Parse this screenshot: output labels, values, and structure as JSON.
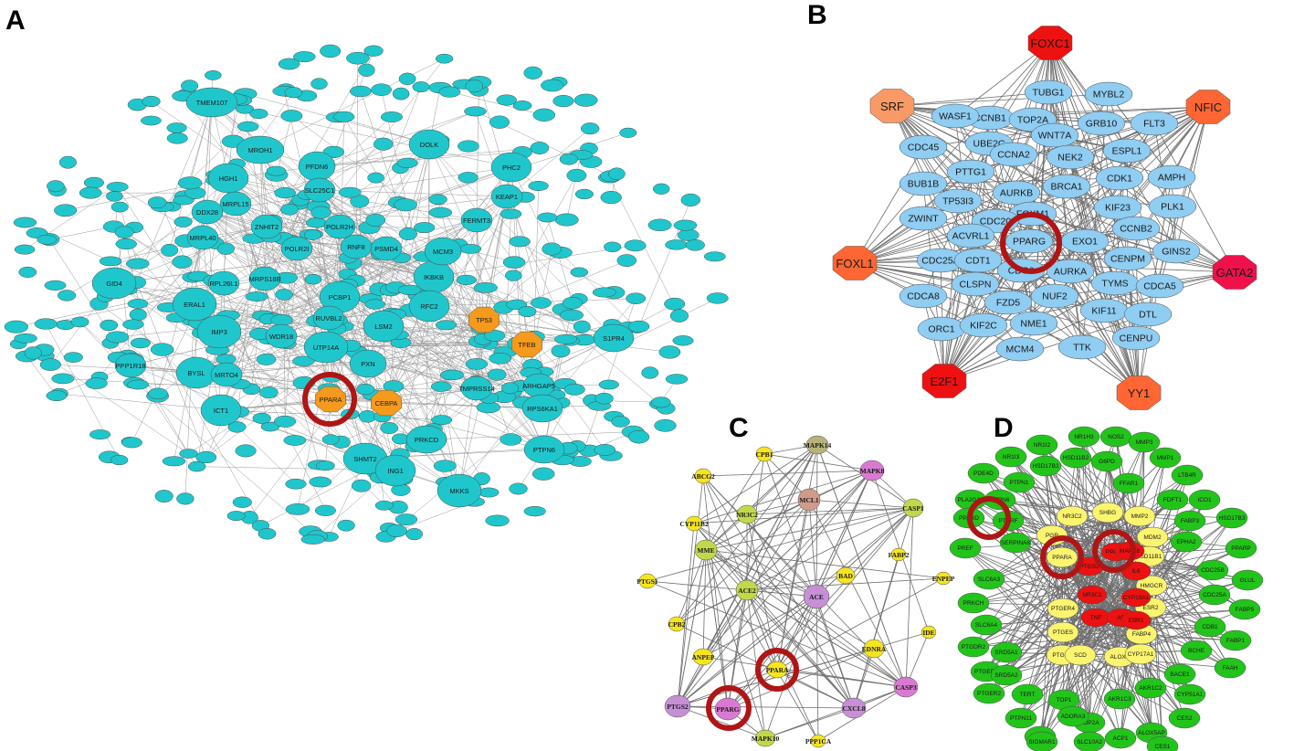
{
  "panels": {
    "A": {
      "letter": "A",
      "labeled_nodes": [
        "TMEM107",
        "MROH1",
        "DOLK",
        "HGH1",
        "PFDN6",
        "PHC2",
        "MRPL15",
        "SLC25C1",
        "DDX28",
        "ZNHIT2",
        "POLR2H",
        "KEAP1",
        "MRPL40",
        "POLR2I",
        "RNF8",
        "PSMD4",
        "FERMT3",
        "GID4",
        "RPL26L1",
        "MRPS18B",
        "IKBKB",
        "MCM3",
        "ERAL1",
        "PCBP1",
        "RFC2",
        "RUVBL2",
        "TP53",
        "IMP3",
        "WDR18",
        "LSM2",
        "TFEB",
        "S1PR4",
        "BYSL",
        "UTP14A",
        "PXN",
        "MRTO4",
        "TMPRSS14",
        "ARHGAP5",
        "PPP1R18",
        "PPARA",
        "CEBPA",
        "ICT1",
        "PRKCD",
        "RPS6KA1",
        "SHMT2",
        "ING1",
        "PTPN6",
        "MKKS"
      ],
      "orange_nodes": [
        "TP53",
        "TFEB",
        "PPARA",
        "CEBPA"
      ],
      "highlighted": "PPARA"
    },
    "B": {
      "letter": "B",
      "tf_nodes": [
        "FOXC1",
        "SRF",
        "NFIC",
        "FOXL1",
        "GATA2",
        "E2F1",
        "YY1"
      ],
      "gene_nodes": [
        "CCNB1",
        "TUBG1",
        "MYBL2",
        "WASF1",
        "TOP2A",
        "GRB10",
        "FLT3",
        "CDC45",
        "UBE2C",
        "WNT7A",
        "ESPL1",
        "CCNA2",
        "NEK2",
        "BUB1B",
        "PTTG1",
        "BRCA1",
        "CDK1",
        "AMPH",
        "AURKB",
        "KIF23",
        "PLK1",
        "TP53I3",
        "FOXM1",
        "CCNB2",
        "ZWINT",
        "CDC20",
        "ACVRL1",
        "PPARG",
        "EXO1",
        "CENPM",
        "GINS2",
        "CDC25A",
        "CDT1",
        "CDC6",
        "AURKA",
        "TYMS",
        "CLSPN",
        "CDCA5",
        "CDCA8",
        "FZD5",
        "NUF2",
        "ORC1",
        "KIF11",
        "DTL",
        "KIF2C",
        "NME1",
        "MCM4",
        "TTK",
        "CENPU"
      ],
      "highlighted": "PPARG"
    },
    "C": {
      "letter": "C",
      "nodes": [
        "CPB1",
        "MAPK14",
        "MAPK8",
        "ABCG2",
        "MCL1",
        "NR3C2",
        "CASP1",
        "CYP11B2",
        "MME",
        "FABP2",
        "BAD",
        "ENPEP",
        "PTGS1",
        "ACE2",
        "ACE",
        "CPB2",
        "IDE",
        "ANPEP",
        "EDNRA",
        "PPARA",
        "CASP3",
        "PTGS2",
        "PPARG",
        "CXCL8",
        "MAPK10",
        "PPP1CA"
      ],
      "highlighted": [
        "PPARA",
        "PPARG"
      ]
    },
    "D": {
      "letter": "D",
      "outer_nodes": [
        "NR1H3",
        "NOS2",
        "MMP3",
        "NR1I2",
        "NR1I3",
        "HSD11B2",
        "G6PD",
        "MMP1",
        "PDE4D",
        "HSD17B2",
        "FFAR1",
        "LTB4R",
        "PTPN1",
        "FDFT1",
        "ICO1",
        "PTPN6",
        "FABP3",
        "HSD17B3",
        "PLA2G1B",
        "PTPRF",
        "EPHA2",
        "PPARD",
        "SERPINA6",
        "PPARP",
        "PREF",
        "GLUL",
        "SLC6A3",
        "CDC25B",
        "PRKCH",
        "CDC25A",
        "SLC6A4",
        "FABP5",
        "PTGDR2",
        "SRD5A1",
        "CDB1",
        "PTGER1",
        "FABP1",
        "SRD5A2",
        "BCHE",
        "PTGER2",
        "TERT",
        "BACE1",
        "FAAH",
        "TOP1",
        "AKR1C2",
        "PTPN11",
        "TOP2A",
        "AKR1C3",
        "CYP51A1",
        "PTPN2",
        "ADORA3",
        "CES2",
        "SIGMAR1",
        "SLC10A2",
        "ACP1",
        "ALOX5AP",
        "CES1"
      ],
      "middle_nodes": [
        "NR3C2",
        "SHBG",
        "MMP2",
        "PGR",
        "MDM2",
        "HSD11B1",
        "PPARA",
        "HMGCR",
        "PTGER4",
        "ESR2",
        "PTGES",
        "PTGS1",
        "FABP4",
        "SCD",
        "ALOX5",
        "CYP17A1"
      ],
      "core_nodes": [
        "PPARG",
        "MAPK8",
        "PTGS2",
        "IL6",
        "NR3C1",
        "CYP19A1",
        "TNF",
        "AR",
        "ESR1"
      ],
      "highlighted": [
        "PPARD",
        "PPARA",
        "PPARG"
      ]
    }
  },
  "colors": {
    "cyan": "#1fc7cc",
    "orange": "#f59a1c",
    "lightblue": "#8fcdf2",
    "red": "#ee1111",
    "dark_orange": "#ff6633",
    "salmon": "#f99a66",
    "crimson": "#f0104a",
    "highlight_ring": "#b01515",
    "yellow": "#f6e51e",
    "yellow_green": "#c2d84a",
    "violet": "#c68fd6",
    "pink_violet": "#d97ad2",
    "olive": "#b7b27a",
    "rose_brown": "#d09b8a",
    "green": "#22c41a",
    "pale_yellow": "#fbf46e",
    "deep_red": "#ee1111"
  }
}
